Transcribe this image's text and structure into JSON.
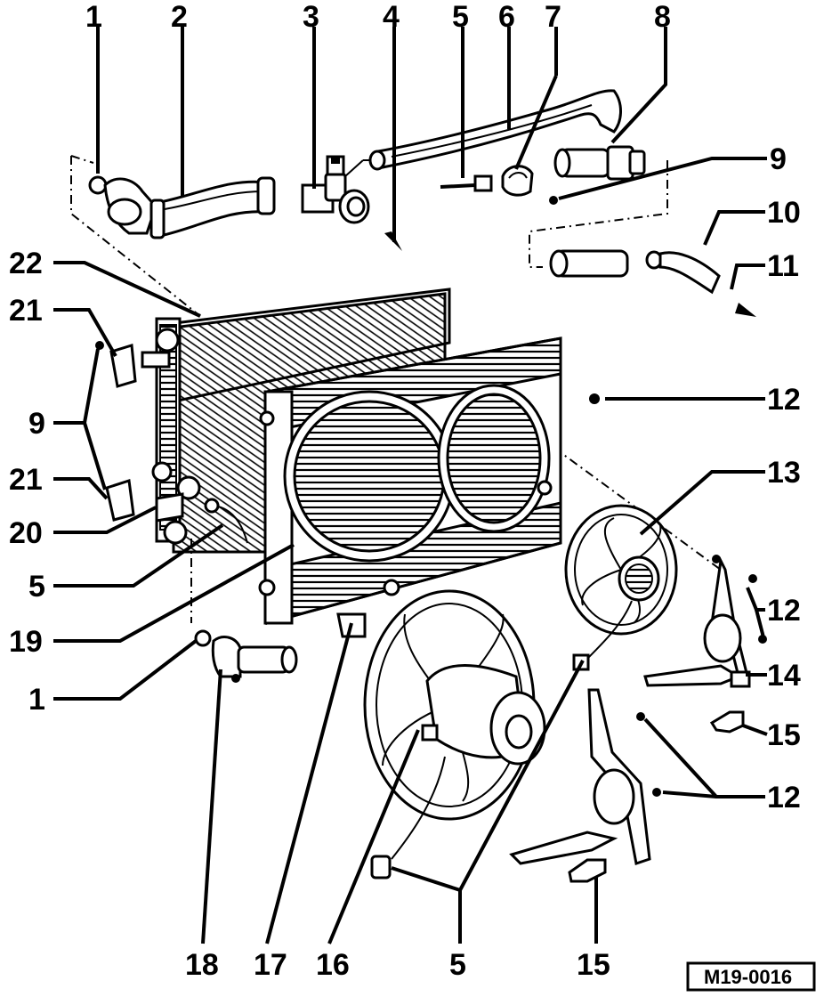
{
  "diagram": {
    "reference_code": "M19-0016",
    "callouts": [
      "1",
      "2",
      "3",
      "4",
      "5",
      "6",
      "7",
      "8",
      "9",
      "10",
      "11",
      "12",
      "13",
      "14",
      "15",
      "16",
      "17",
      "18",
      "19",
      "20",
      "21",
      "22"
    ]
  }
}
